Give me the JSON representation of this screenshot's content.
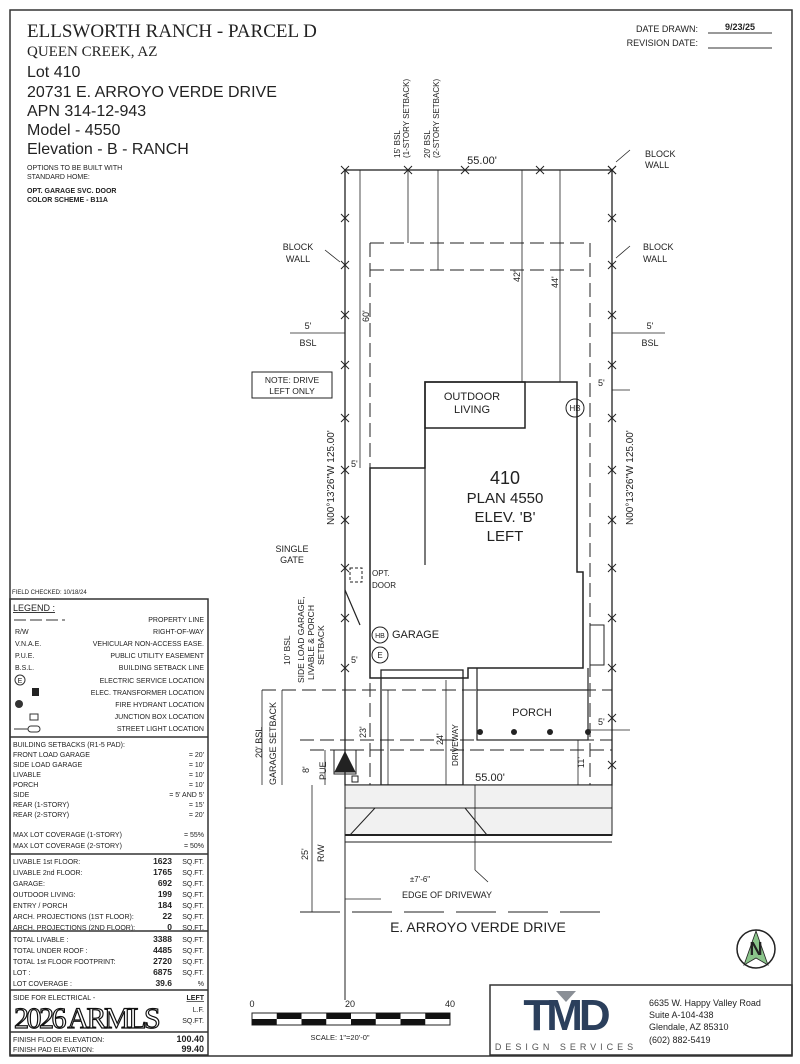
{
  "header": {
    "project": "ELLSWORTH RANCH - PARCEL D",
    "city": "QUEEN CREEK, AZ",
    "lot": "Lot  410",
    "address": "20731 E. ARROYO VERDE DRIVE",
    "apn": "APN  314-12-943",
    "model": "Model -  4550",
    "elevation": "Elevation -  B - RANCH",
    "options_title_1": "OPTIONS TO BE BUILT WITH",
    "options_title_2": "STANDARD HOME:",
    "options": [
      "OPT. GARAGE SVC. DOOR",
      "COLOR SCHEME  -  B11A"
    ]
  },
  "dates": {
    "drawn_label": "DATE DRAWN:",
    "drawn_value": "9/23/25",
    "revision_label": "REVISION DATE:",
    "revision_value": ""
  },
  "field_checked": "FIELD CHECKED: 10/18/24",
  "legend": {
    "title": "LEGEND :",
    "items": [
      {
        "symbol": "- - - -",
        "label": "PROPERTY LINE"
      },
      {
        "symbol": "R/W",
        "label": "RIGHT-OF-WAY"
      },
      {
        "symbol": "V.N.A.E.",
        "label": "VEHICULAR NON-ACCESS EASE."
      },
      {
        "symbol": "P.U.E.",
        "label": "PUBLIC UTILITY EASEMENT"
      },
      {
        "symbol": "B.S.L.",
        "label": "BUILDING SETBACK LINE"
      },
      {
        "symbol": "electric-service-icon",
        "label": "ELECTRIC SERVICE LOCATION"
      },
      {
        "symbol": "transformer-icon",
        "label": "ELEC. TRANSFORMER LOCATION"
      },
      {
        "symbol": "fire-hydrant-icon",
        "label": "FIRE HYDRANT LOCATION"
      },
      {
        "symbol": "junction-box-icon",
        "label": "JUNCTION BOX LOCATION"
      },
      {
        "symbol": "street-light-icon",
        "label": "STREET LIGHT LOCATION"
      }
    ]
  },
  "setbacks": {
    "title": "BUILDING SETBACKS (R1-5 PAD):",
    "rows": [
      {
        "label": "FRONT LOAD GARAGE",
        "value": "= 20'"
      },
      {
        "label": "SIDE LOAD GARAGE",
        "value": "= 10'"
      },
      {
        "label": "LIVABLE",
        "value": "= 10'"
      },
      {
        "label": "PORCH",
        "value": "= 10'"
      },
      {
        "label": "SIDE",
        "value": "= 5' AND 5'"
      },
      {
        "label": "REAR (1-STORY)",
        "value": "= 15'"
      },
      {
        "label": "REAR (2-STORY)",
        "value": "= 20'"
      }
    ],
    "coverage": [
      {
        "label": "MAX LOT COVERAGE (1-STORY)",
        "value": "= 55%"
      },
      {
        "label": "MAX LOT COVERAGE (2-STORY)",
        "value": "= 50%"
      }
    ]
  },
  "areas": [
    {
      "label": "LIVABLE 1st FLOOR:",
      "value": "1623",
      "unit": "SQ.FT."
    },
    {
      "label": "LIVABLE 2nd FLOOR:",
      "value": "1765",
      "unit": "SQ.FT."
    },
    {
      "label": "GARAGE:",
      "value": "692",
      "unit": "SQ.FT."
    },
    {
      "label": "OUTDOOR LIVING:",
      "value": "199",
      "unit": "SQ.FT."
    },
    {
      "label": "ENTRY / PORCH",
      "value": "184",
      "unit": "SQ.FT."
    },
    {
      "label": "ARCH. PROJECTIONS (1ST FLOOR):",
      "value": "22",
      "unit": "SQ.FT."
    },
    {
      "label": "ARCH. PROJECTIONS (2ND FLOOR):",
      "value": "0",
      "unit": "SQ.FT."
    }
  ],
  "totals": [
    {
      "label": "TOTAL LIVABLE :",
      "value": "3388",
      "unit": "SQ.FT."
    },
    {
      "label": "TOTAL UNDER ROOF :",
      "value": "4485",
      "unit": "SQ.FT."
    },
    {
      "label": "TOTAL 1st FLOOR FOOTPRINT:",
      "value": "2720",
      "unit": "SQ.FT."
    },
    {
      "label": "LOT :",
      "value": "6875",
      "unit": "SQ.FT."
    },
    {
      "label": "LOT COVERAGE :",
      "value": "39.6",
      "unit": "%"
    }
  ],
  "electrical": {
    "label": "SIDE FOR ELECTRICAL -",
    "value": "LEFT",
    "row2_unit": "L.F.",
    "row3_unit": "SQ.FT."
  },
  "elevations": [
    {
      "label": "FINISH FLOOR ELEVATION:",
      "value": "100.40"
    },
    {
      "label": "FINISH PAD ELEVATION:",
      "value": "99.40"
    }
  ],
  "watermark": "2026 ARMLS",
  "plan": {
    "lot_number": "410",
    "plan_name": "PLAN 4550",
    "elevation": "ELEV. 'B'",
    "orientation": "LEFT",
    "outdoor_living_1": "OUTDOOR",
    "outdoor_living_2": "LIVING",
    "garage": "GARAGE",
    "porch": "PORCH",
    "driveway": "DRIVEWAY",
    "hose_bib": "HB",
    "electric": "E",
    "opt_door_1": "OPT.",
    "opt_door_2": "DOOR",
    "note_1": "NOTE: DRIVE",
    "note_2": "LEFT ONLY",
    "single_gate_1": "SINGLE",
    "single_gate_2": "GATE",
    "block_wall_1": "BLOCK",
    "block_wall_2": "WALL",
    "bsl": "BSL",
    "top_width": "55.00'",
    "bottom_width": "55.00'",
    "left_bearing": "N00°13'26\"W  125.00'",
    "right_bearing": "N00°13'26\"W  125.00'",
    "rear_1story": "15' BSL",
    "rear_1story_sub": "(1-STORY SETBACK)",
    "rear_2story": "20' BSL",
    "rear_2story_sub": "(2-STORY SETBACK)",
    "dim_60": "60'",
    "dim_42": "42'",
    "dim_44": "44'",
    "dim_5": "5'",
    "dim_23": "23'",
    "dim_24": "24'",
    "dim_11": "11'",
    "dim_8": "8'",
    "dim_25": "25'",
    "pue": "PUE",
    "rw": "R/W",
    "side_load_1": "10' BSL",
    "side_load_2": "SIDE LOAD GARAGE,",
    "side_load_3": "LIVABLE & PORCH",
    "side_load_4": "SETBACK",
    "garage_setback_1": "20' BSL",
    "garage_setback_2": "GARAGE SETBACK",
    "drive_edge_dim": "±7'-6\"",
    "drive_edge": "EDGE OF DRIVEWAY",
    "street": "E. ARROYO VERDE DRIVE"
  },
  "scale": {
    "ticks": [
      "0",
      "20",
      "40"
    ],
    "label": "SCALE:  1\"=20'-0\""
  },
  "company": {
    "logo": "TMD",
    "tagline": "DESIGN SERVICES",
    "address_1": "6635 W. Happy Valley Road",
    "address_2": "Suite A-104-438",
    "address_3": "Glendale, AZ 85310",
    "phone": "(602) 882-5419"
  },
  "colors": {
    "ink": "#222222",
    "logo_blue": "#2b3f5c",
    "logo_gray": "#8a8f96"
  }
}
